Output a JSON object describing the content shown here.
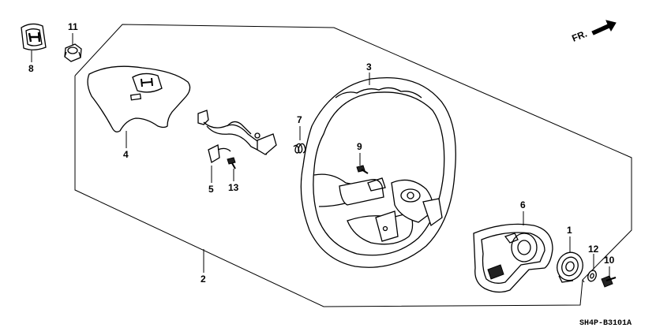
{
  "diagram_code": "SH4P-B3101A",
  "direction_label": "FR.",
  "callouts": [
    {
      "id": "part-1",
      "text": "1"
    },
    {
      "id": "part-2",
      "text": "2"
    },
    {
      "id": "part-3",
      "text": "3"
    },
    {
      "id": "part-4",
      "text": "4"
    },
    {
      "id": "part-5",
      "text": "5"
    },
    {
      "id": "part-6",
      "text": "6"
    },
    {
      "id": "part-7",
      "text": "7"
    },
    {
      "id": "part-8",
      "text": "8"
    },
    {
      "id": "part-9",
      "text": "9"
    },
    {
      "id": "part-10",
      "text": "10"
    },
    {
      "id": "part-11",
      "text": "11"
    },
    {
      "id": "part-12",
      "text": "12"
    },
    {
      "id": "part-13",
      "text": "13"
    }
  ],
  "icons": {
    "emblem": "honda-h-emblem-icon",
    "arrow": "forward-arrow-icon"
  }
}
